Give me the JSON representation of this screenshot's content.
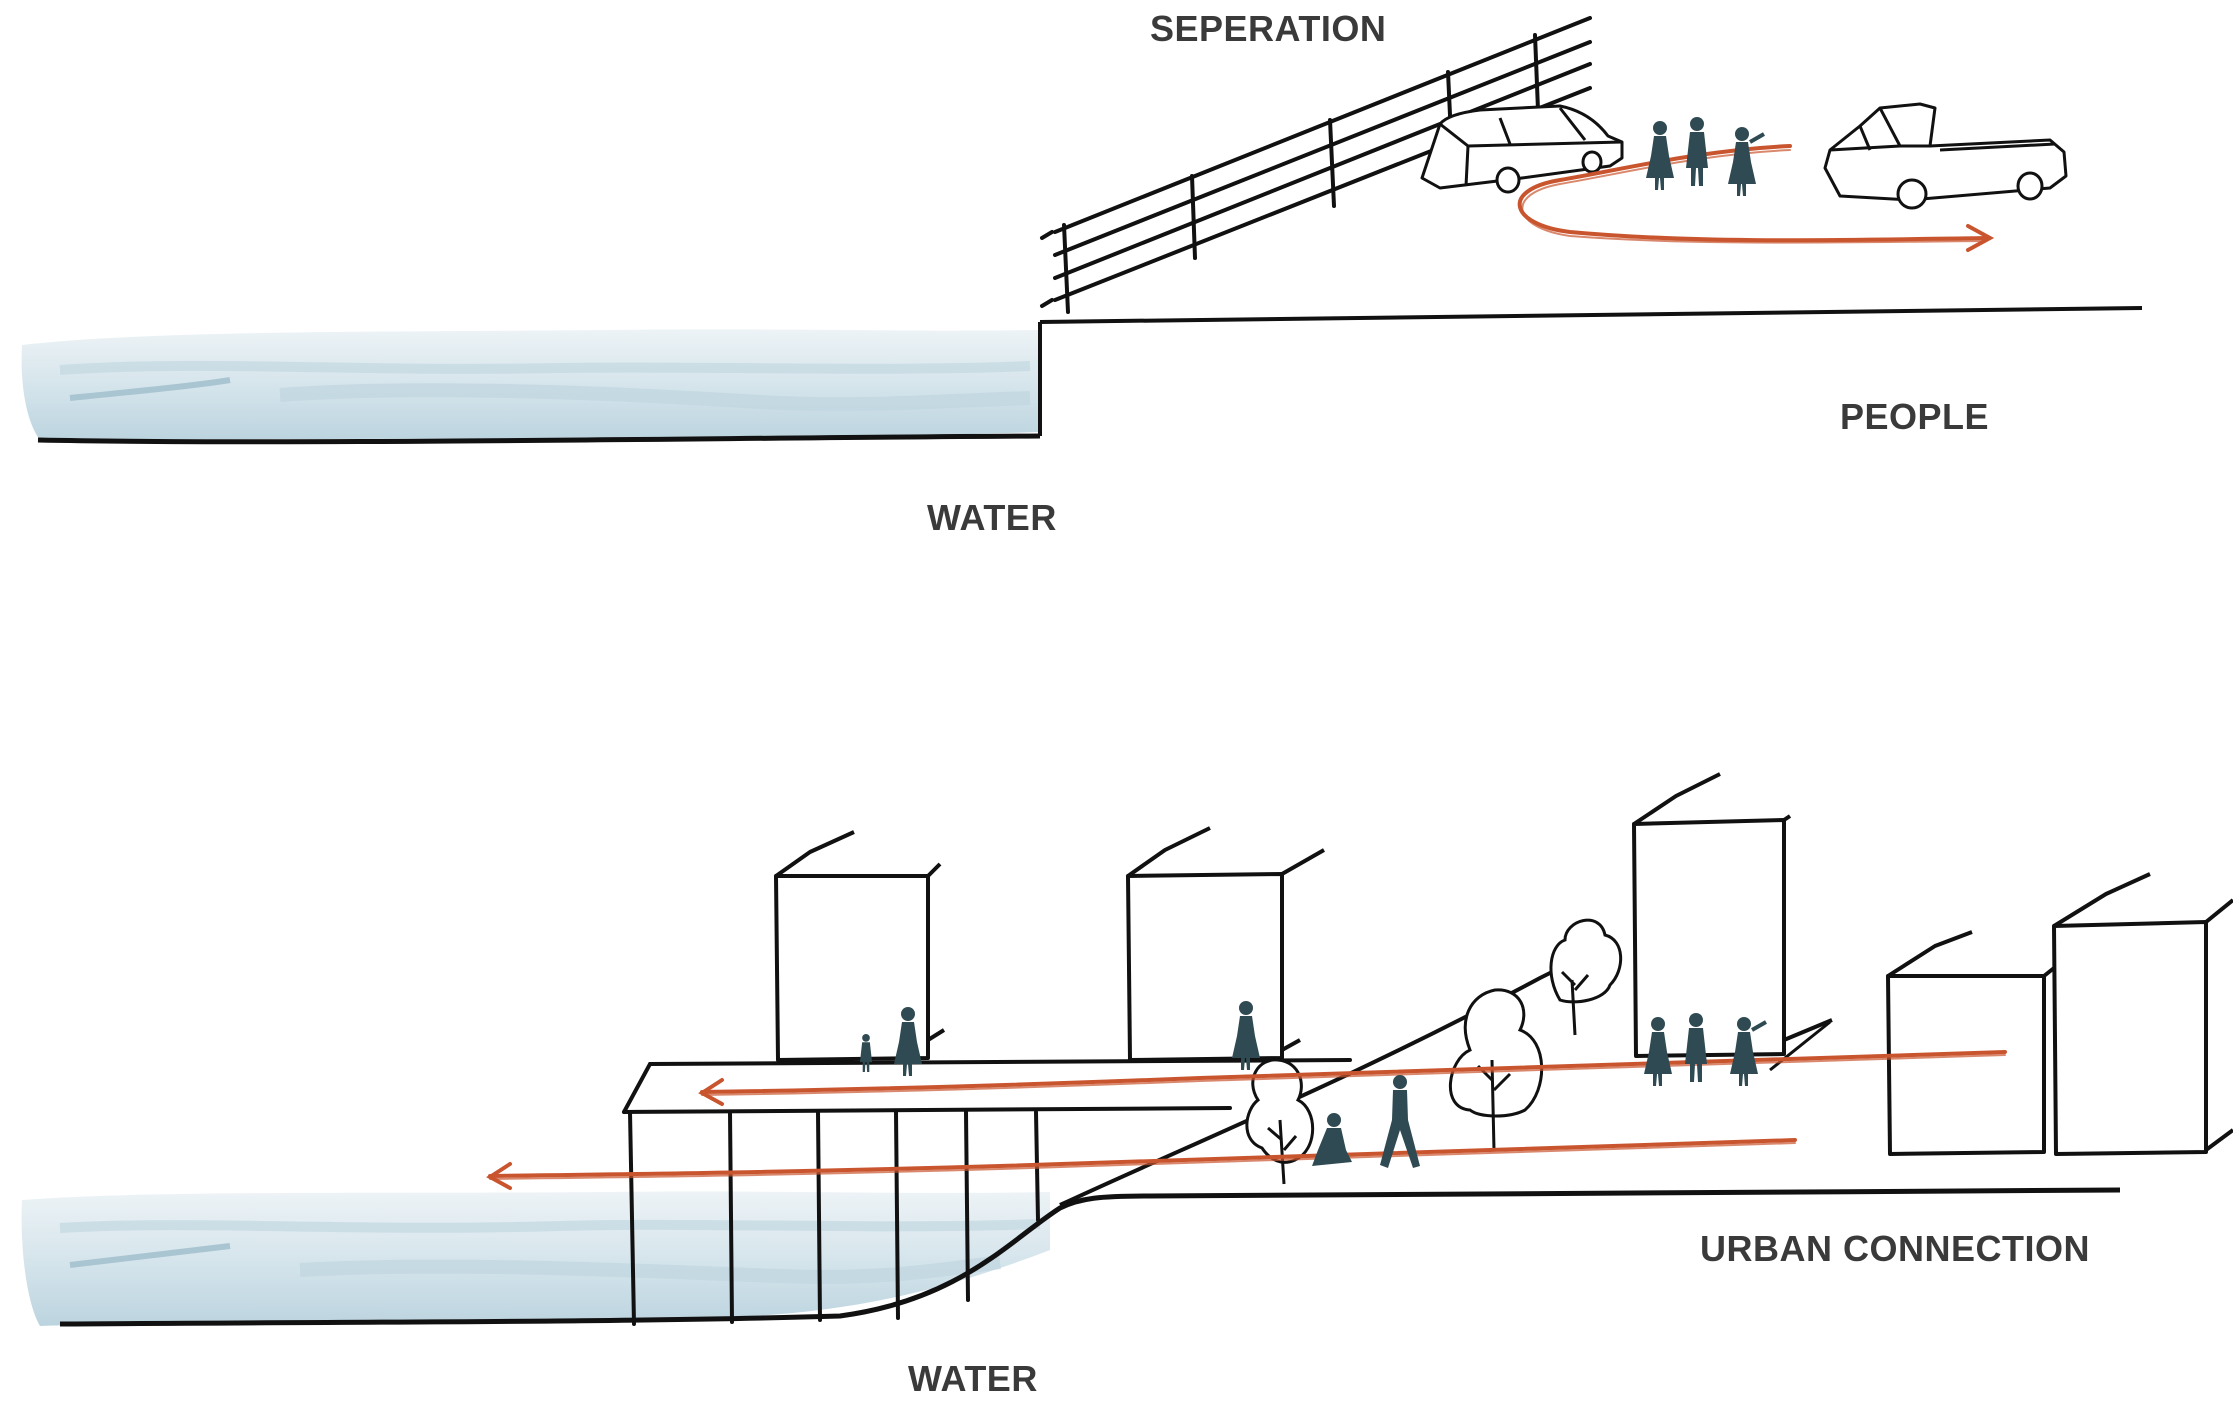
{
  "diagram": {
    "top_section": {
      "labels": {
        "separation": "SEPERATION",
        "people": "PEOPLE",
        "water": "WATER"
      }
    },
    "bottom_section": {
      "labels": {
        "urban_connection": "URBAN CONNECTION",
        "water": "WATER"
      }
    },
    "colors": {
      "ink": "#111111",
      "water_light": "#e6eef2",
      "water_mid": "#cfe0e8",
      "water_dark": "#b7d0dc",
      "figures": "#2f4a52",
      "path_arrow": "#c9552f",
      "label_text": "#3a3a3a"
    },
    "icons": [
      "car-icon",
      "pickup-truck-icon",
      "person-icon",
      "tree-icon",
      "railing-icon",
      "building-icon",
      "arrow-icon"
    ]
  }
}
